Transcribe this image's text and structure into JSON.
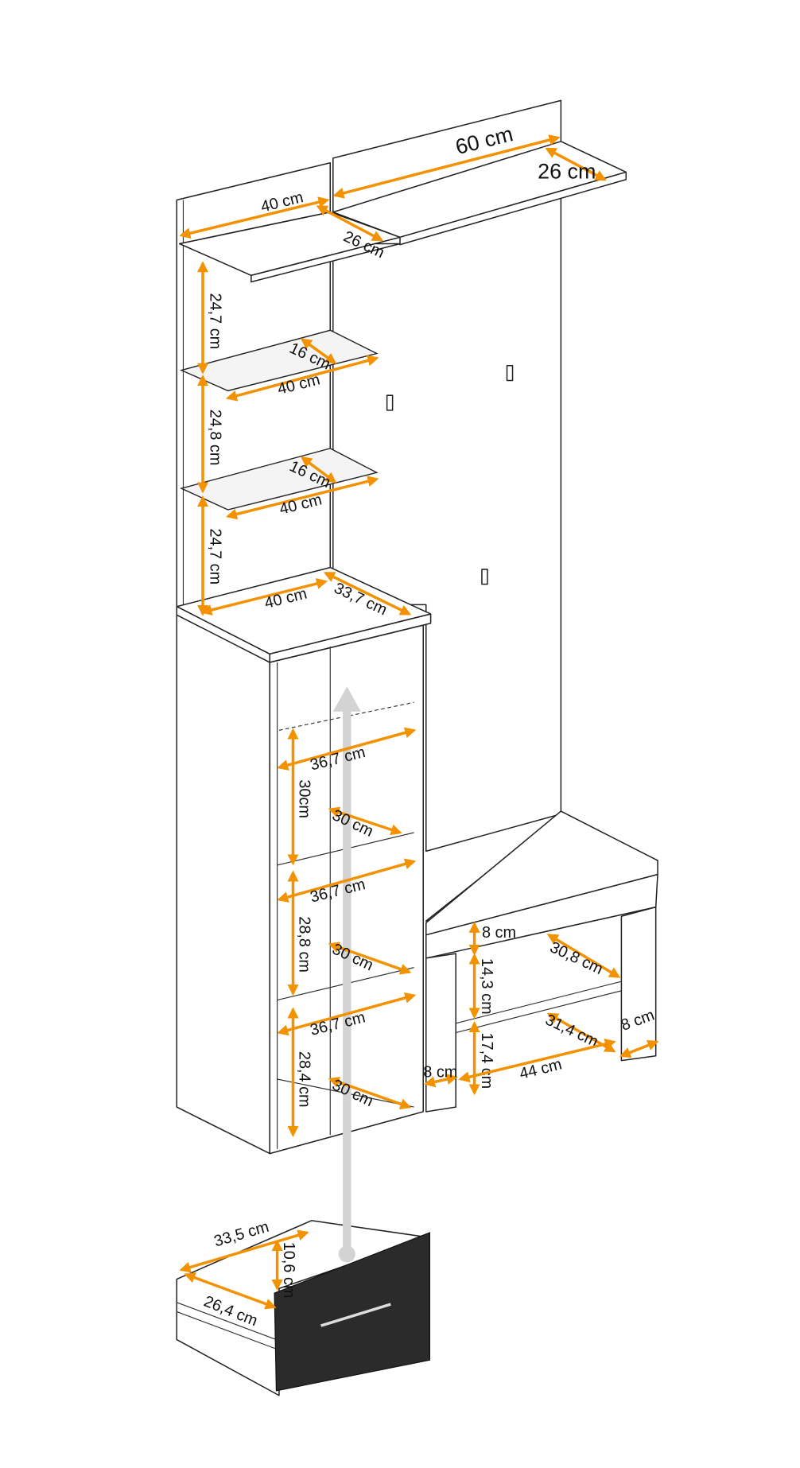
{
  "colors": {
    "dimension": "#F39200",
    "outline": "#222222",
    "assembly_arrow": "#D3D3D3",
    "drawer_front": "#2b2b2b"
  },
  "dimensions": [
    "60 cm",
    "26 cm",
    "40 cm",
    "26 cm",
    "24,7 cm",
    "16 cm",
    "40 cm",
    "24,8 cm",
    "16 cm",
    "40 cm",
    "24,7 cm",
    "40 cm",
    "33,7 cm",
    "36,7 cm",
    "30cm",
    "30 cm",
    "36,7 cm",
    "28,8 cm",
    "30 cm",
    "36,7 cm",
    "28,4 cm",
    "30 cm",
    "8 cm",
    "14,3 cm",
    "30,8 cm",
    "17,4 cm",
    "31,4 cm",
    "8 cm",
    "44 cm",
    "8 cm",
    "33,5 cm",
    "10,6 cm",
    "26,4 cm"
  ]
}
